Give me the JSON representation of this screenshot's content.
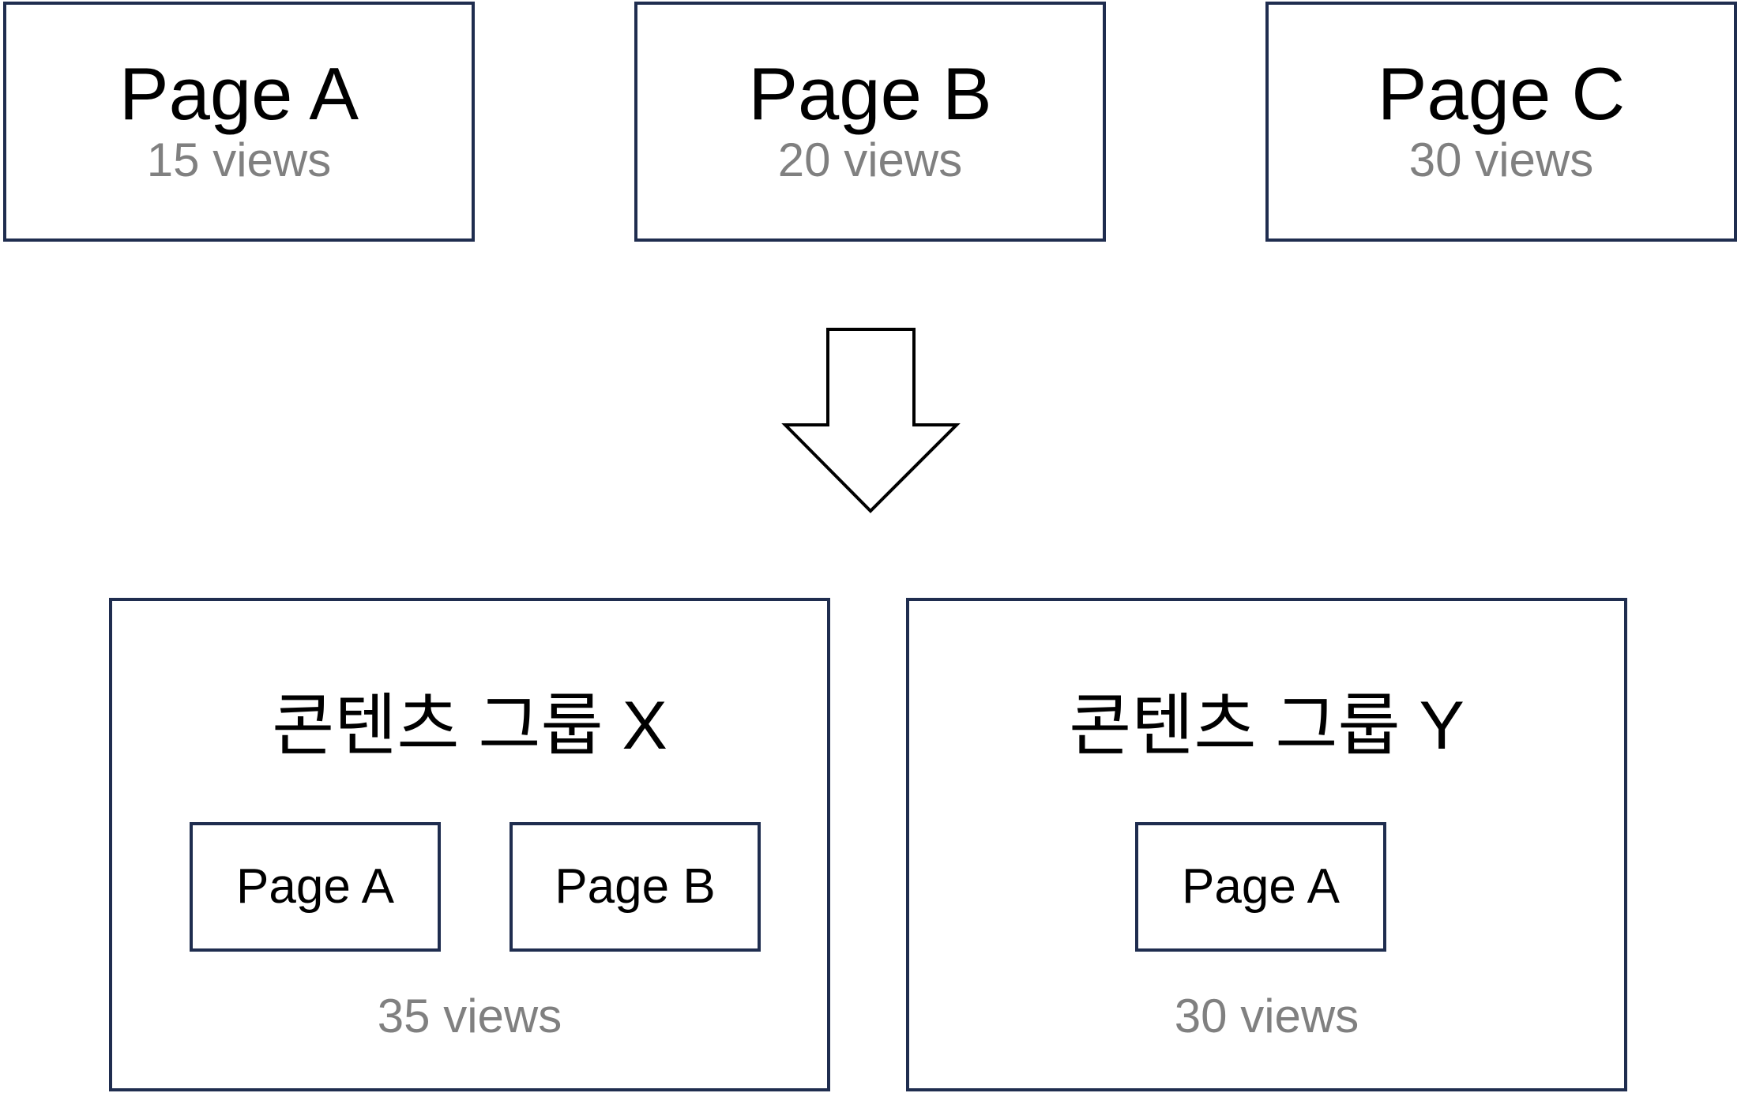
{
  "pages": [
    {
      "label": "Page A",
      "views": "15 views"
    },
    {
      "label": "Page B",
      "views": "20 views"
    },
    {
      "label": "Page C",
      "views": "30 views"
    }
  ],
  "groups": [
    {
      "title": "콘텐츠 그룹 X",
      "members": [
        "Page A",
        "Page B"
      ],
      "views": "35 views"
    },
    {
      "title": "콘텐츠 그룹 Y",
      "members": [
        "Page A"
      ],
      "views": "30 views"
    }
  ],
  "colors": {
    "border": "#1f2d4f",
    "views_text": "#808080"
  }
}
